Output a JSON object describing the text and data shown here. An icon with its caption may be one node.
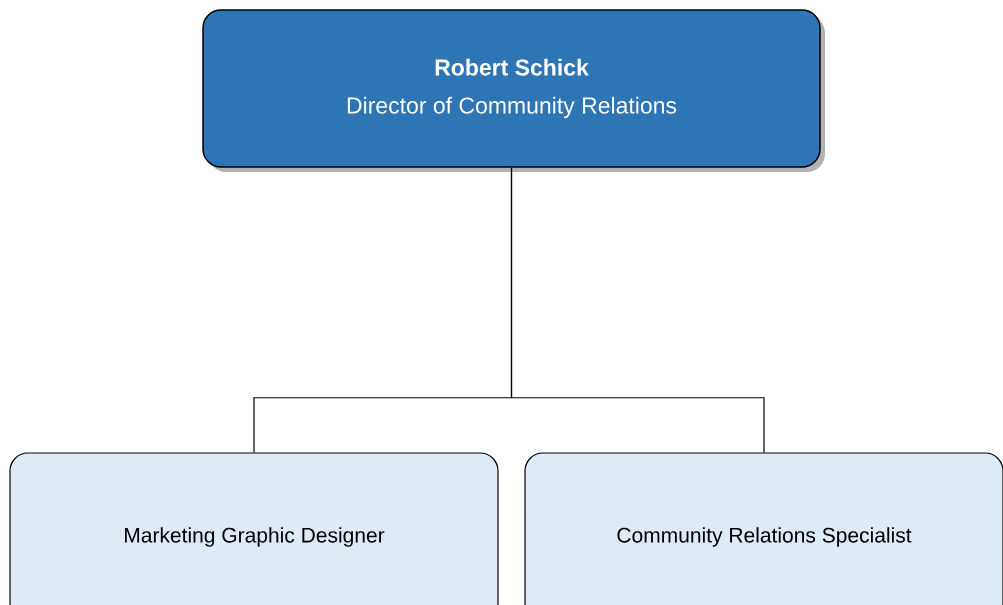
{
  "diagram": {
    "nodes": [
      {
        "text": [
          "Robert Schick",
          "Director of Community Relations"
        ]
      },
      {
        "text": [
          "Marketing Graphic Designer"
        ]
      },
      {
        "text": [
          "Community Relations Specialist"
        ]
      }
    ],
    "edges": [
      {
        "from": 0,
        "to": 1,
        "arrow": "none"
      },
      {
        "from": 0,
        "to": 2,
        "arrow": "none"
      }
    ]
  }
}
